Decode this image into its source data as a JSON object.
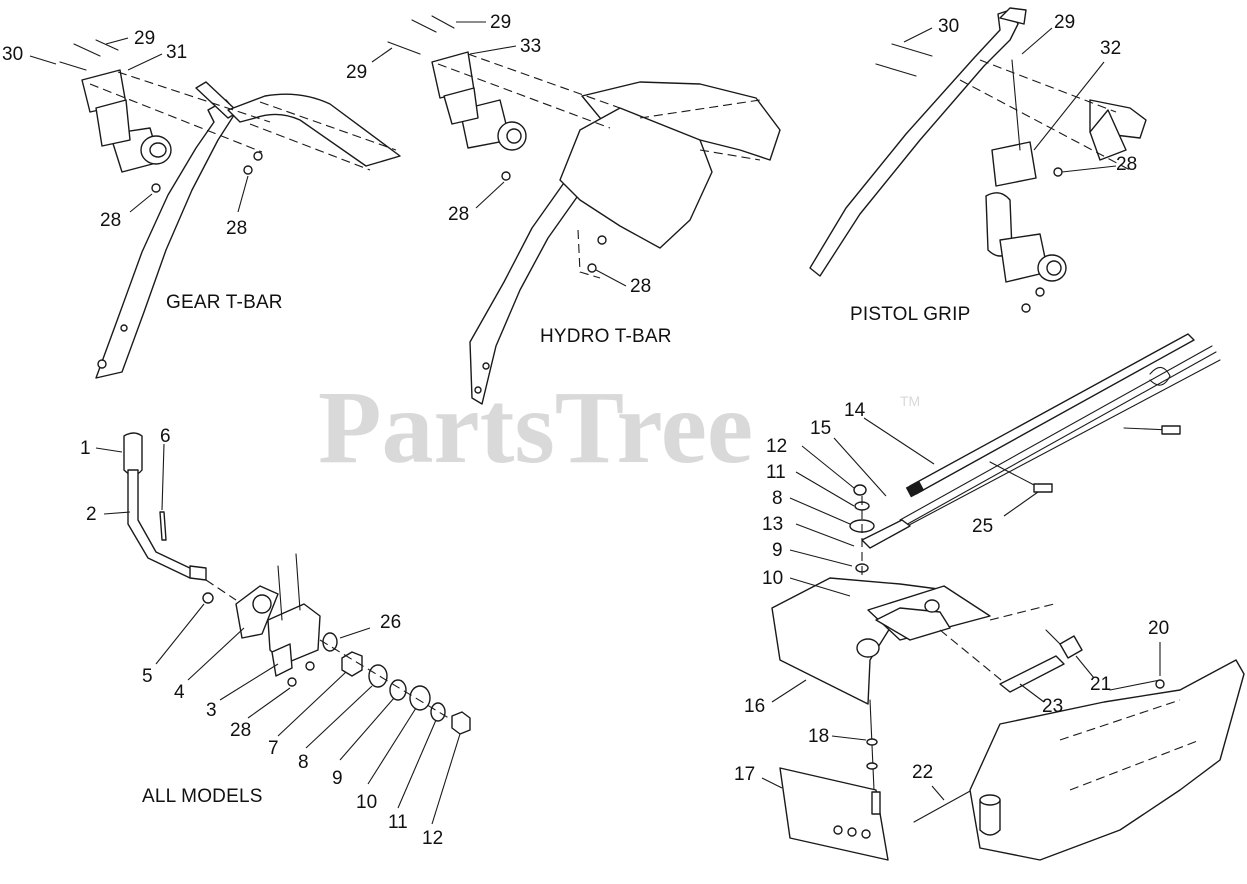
{
  "watermark": {
    "text": "PartsTree",
    "trademark": "TM"
  },
  "captions": {
    "gear_t_bar": "GEAR T-BAR",
    "hydro_t_bar": "HYDRO T-BAR",
    "pistol_grip": "PISTOL GRIP",
    "all_models": "ALL MODELS"
  },
  "callouts": {
    "gear_t_bar": [
      "30",
      "29",
      "31",
      "28",
      "28"
    ],
    "hydro_t_bar": [
      "29",
      "29",
      "33",
      "28",
      "28"
    ],
    "pistol_grip": [
      "30",
      "29",
      "32",
      "28"
    ],
    "all_models": [
      "1",
      "6",
      "2",
      "5",
      "4",
      "3",
      "28",
      "7",
      "8",
      "9",
      "10",
      "11",
      "12",
      "26"
    ],
    "linkage": [
      "14",
      "15",
      "12",
      "11",
      "8",
      "13",
      "9",
      "10",
      "25",
      "16",
      "17",
      "18",
      "22",
      "23",
      "21",
      "20"
    ]
  }
}
